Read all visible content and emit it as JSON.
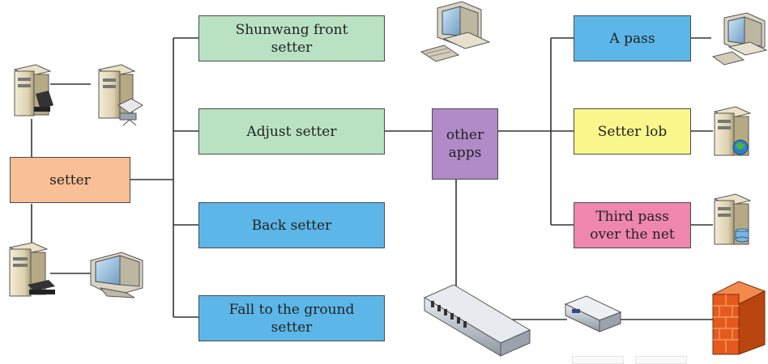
{
  "colors": {
    "orange": "#f9bf96",
    "green": "#b9e2c3",
    "blue": "#5cb7e8",
    "purple": "#b18ac8",
    "yellow": "#f9f78c",
    "pink": "#ef86ad",
    "line": "#333333",
    "firewall": "#e55a1c"
  },
  "nodes": {
    "setter": "setter",
    "front": "Shunwang front\nsetter",
    "adjust": "Adjust setter",
    "back": "Back setter",
    "fall": "Fall to the ground\nsetter",
    "hub": "other\napps",
    "apass": "A pass",
    "lob": "Setter lob",
    "third": "Third pass\nover the net"
  },
  "icons": [
    "server-with-scanner-icon",
    "server-with-printer-icon",
    "server-with-tape-icon",
    "crt-monitor-icon",
    "desktop-computer-icon",
    "desktop-computer-icon",
    "web-server-icon",
    "database-server-icon",
    "network-switch-icon",
    "modem-router-icon",
    "firewall-icon"
  ]
}
